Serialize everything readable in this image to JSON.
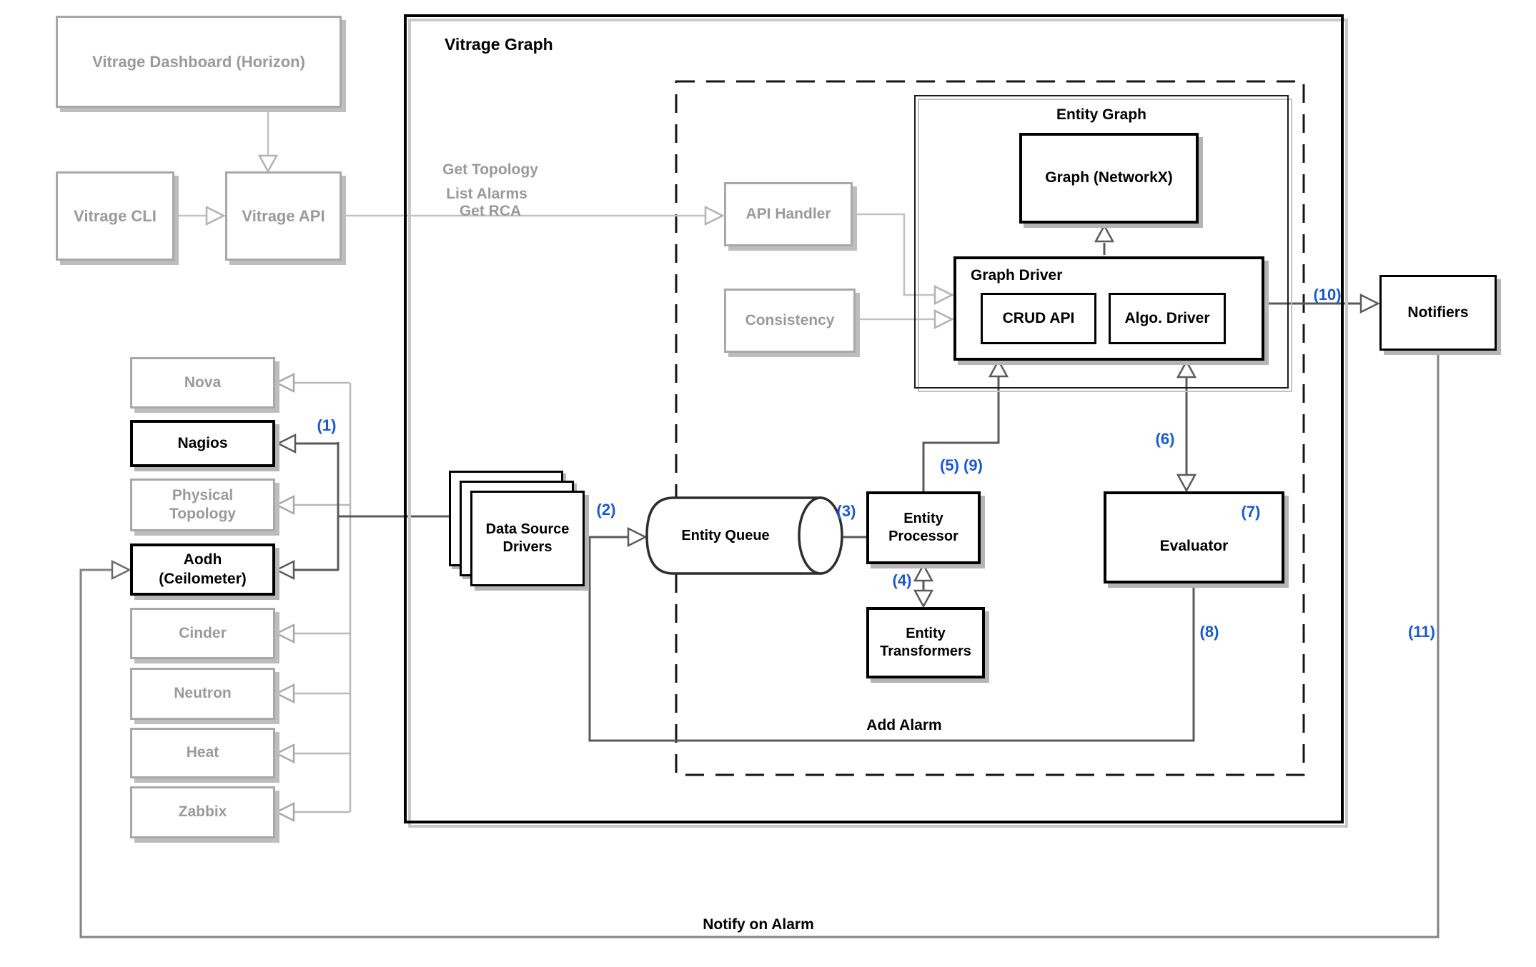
{
  "diagram": {
    "external": {
      "dashboard": "Vitrage Dashboard (Horizon)",
      "cli": "Vitrage CLI",
      "api": "Vitrage API"
    },
    "vitrage_graph": {
      "title": "Vitrage Graph",
      "api_handler": "API Handler",
      "consistency": "Consistency",
      "entity_graph": {
        "title": "Entity Graph",
        "graph_networkx": "Graph (NetworkX)",
        "graph_driver": {
          "title": "Graph Driver",
          "crud_api": "CRUD API",
          "algo_driver": "Algo. Driver"
        }
      },
      "data_source_drivers": "Data Source\nDrivers",
      "entity_queue": "Entity Queue",
      "entity_processor": "Entity\nProcessor",
      "entity_transformers": "Entity\nTransformers",
      "evaluator": "Evaluator"
    },
    "notifiers": "Notifiers",
    "sources": [
      {
        "label": "Nova",
        "highlighted": false
      },
      {
        "label": "Nagios",
        "highlighted": true
      },
      {
        "label": "Physical\nTopology",
        "highlighted": false
      },
      {
        "label": "Aodh\n(Ceilometer)",
        "highlighted": true
      },
      {
        "label": "Cinder",
        "highlighted": false
      },
      {
        "label": "Neutron",
        "highlighted": false
      },
      {
        "label": "Heat",
        "highlighted": false
      },
      {
        "label": "Zabbix",
        "highlighted": false
      }
    ],
    "flow_labels": {
      "get_topology": "Get Topology",
      "list_alarms": "List Alarms",
      "get_rca": "Get RCA",
      "add_alarm": "Add Alarm",
      "notify_on_alarm": "Notify on Alarm"
    },
    "step_labels": {
      "s1": "(1)",
      "s2": "(2)",
      "s3": "(3)",
      "s4": "(4)",
      "s5_9": "(5) (9)",
      "s6": "(6)",
      "s7": "(7)",
      "s8": "(8)",
      "s10": "(10)",
      "s11": "(11)"
    },
    "colors": {
      "step_blue": "#1a58d2",
      "muted_gray_text": "#9a9a9a",
      "dark_line": "#5a5a5a",
      "light_line": "#c2c2c2",
      "black": "#000000"
    }
  }
}
